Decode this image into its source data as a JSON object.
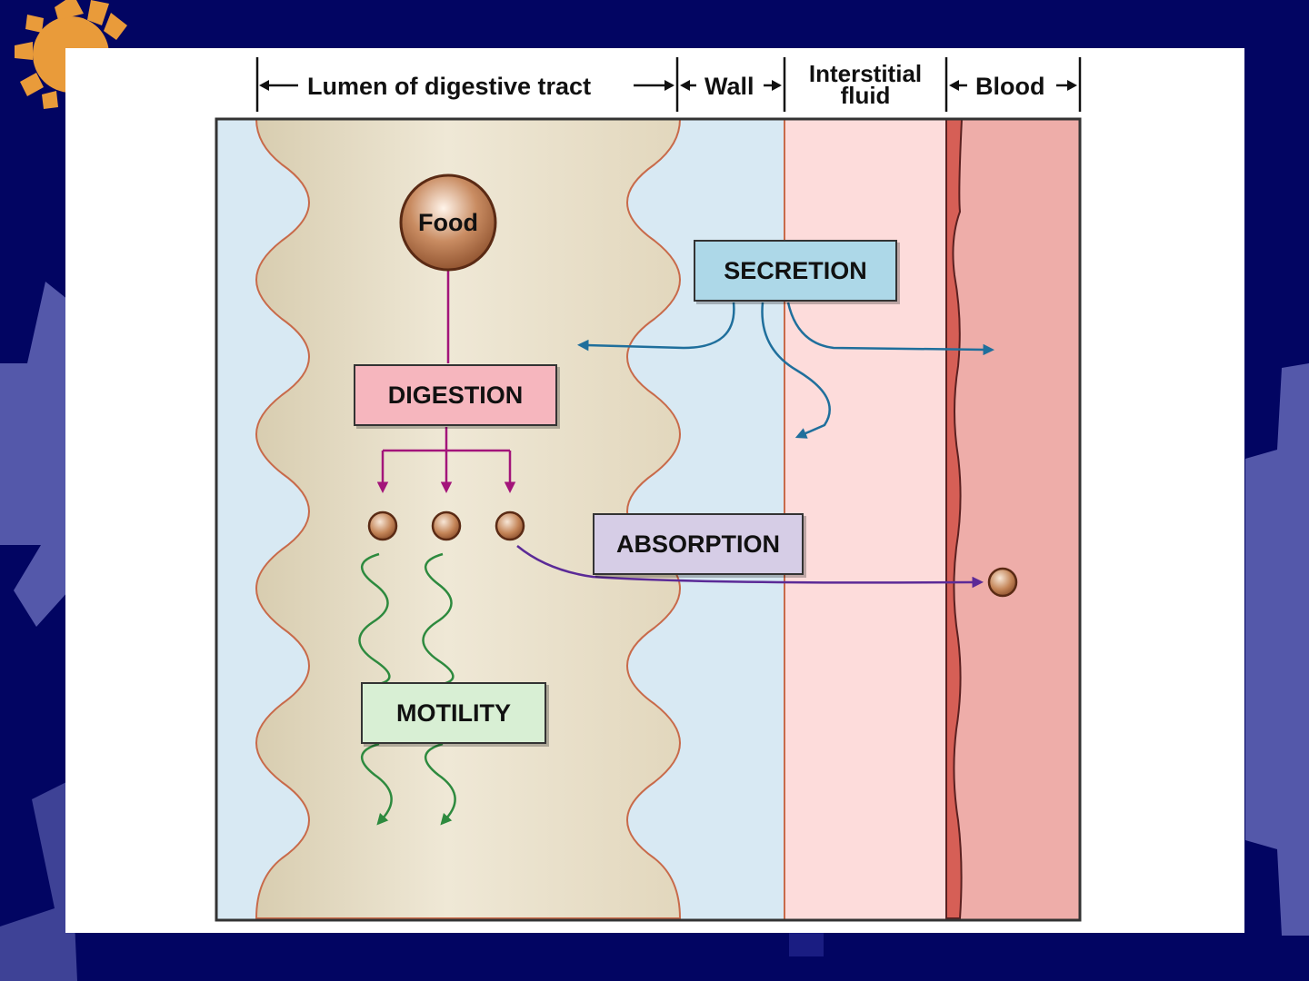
{
  "headers": {
    "lumen": "Lumen of digestive tract",
    "wall": "Wall",
    "interstitial_line1": "Interstitial",
    "interstitial_line2": "fluid",
    "blood": "Blood"
  },
  "labels": {
    "food": "Food",
    "secretion": "SECRETION",
    "digestion": "DIGESTION",
    "absorption": "ABSORPTION",
    "motility": "MOTILITY"
  },
  "colors": {
    "slide_background": "#020562",
    "decoration_gear": "#5458aa",
    "sun": "#e99b3a",
    "lumen_fill": "#e8dfca",
    "wall_fill": "#d8e9f3",
    "interstitial_fill": "#fddcdb",
    "blood_fill": "#eeada9",
    "secretion_box": "#add8e8",
    "digestion_box": "#f6b6be",
    "absorption_box": "#d6cde6",
    "motility_box": "#d8efd4",
    "secretion_arrows": "#1f6f9c",
    "digestion_arrows": "#a3147a",
    "absorption_arrow": "#5b2a97",
    "motility_waves": "#2d8a3e",
    "particle": "#a8663a"
  }
}
